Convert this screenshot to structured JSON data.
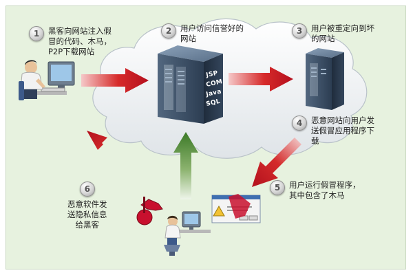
{
  "steps": [
    {
      "num": "1",
      "text": "黑客向网站注入假\n冒的代码、木马，\nP2P下载网站"
    },
    {
      "num": "2",
      "text": "用户访问信誉好的\n网站"
    },
    {
      "num": "3",
      "text": "用户被重定向到坏\n的网站"
    },
    {
      "num": "4",
      "text": "恶意网站向用户发\n送假冒应用程序下\n载"
    },
    {
      "num": "5",
      "text": "用户运行假冒程序，\n其中包含了木马"
    },
    {
      "num": "6",
      "text": "恶意软件发\n送隐私信息\n给黑客"
    }
  ],
  "server_tech": [
    "JSP",
    "COM",
    "Java",
    "SQL"
  ],
  "colors": {
    "background": "#e7f2df",
    "arrow_red": "#c8102e",
    "arrow_green": "#3f7f2a",
    "server": "#3a4f6a"
  }
}
